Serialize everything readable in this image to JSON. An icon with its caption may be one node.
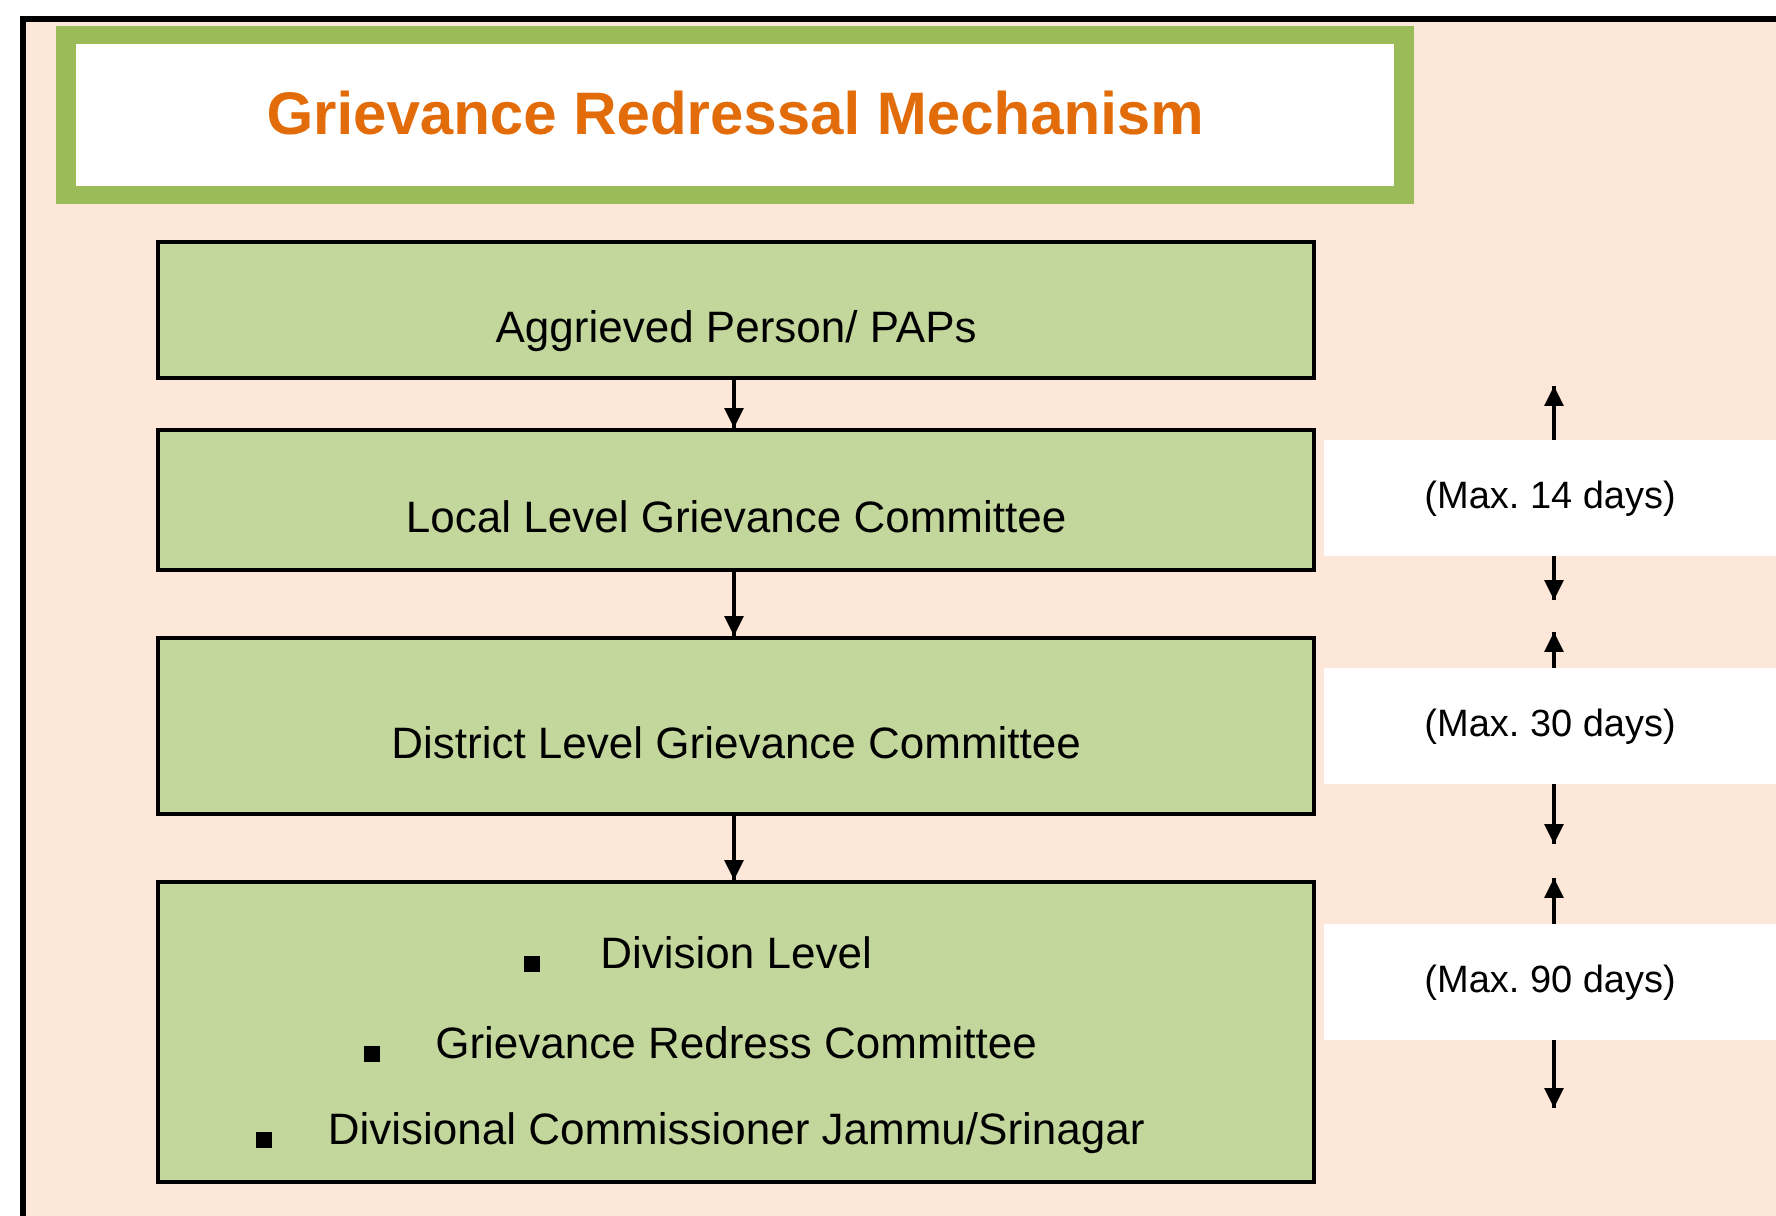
{
  "diagram": {
    "title": "Grievance Redressal Mechanism",
    "nodes": [
      {
        "text": [
          "Aggrieved Person/ PAPs"
        ]
      },
      {
        "text": [
          "Local Level Grievance Committee"
        ]
      },
      {
        "text": [
          "District Level Grievance Committee"
        ]
      },
      {
        "text": [
          "Division Level",
          "Grievance Redress Committee",
          "Divisional Commissioner Jammu/Srinagar"
        ]
      },
      {
        "text": [
          "(Max. 14 days)"
        ]
      },
      {
        "text": [
          "(Max. 30 days)"
        ]
      },
      {
        "text": [
          "(Max. 90 days)"
        ]
      }
    ],
    "edges": [
      {
        "from": 0,
        "to": 1,
        "arrow": "to"
      },
      {
        "from": 1,
        "to": 2,
        "arrow": "to"
      },
      {
        "from": 2,
        "to": 3,
        "arrow": "to"
      }
    ]
  }
}
